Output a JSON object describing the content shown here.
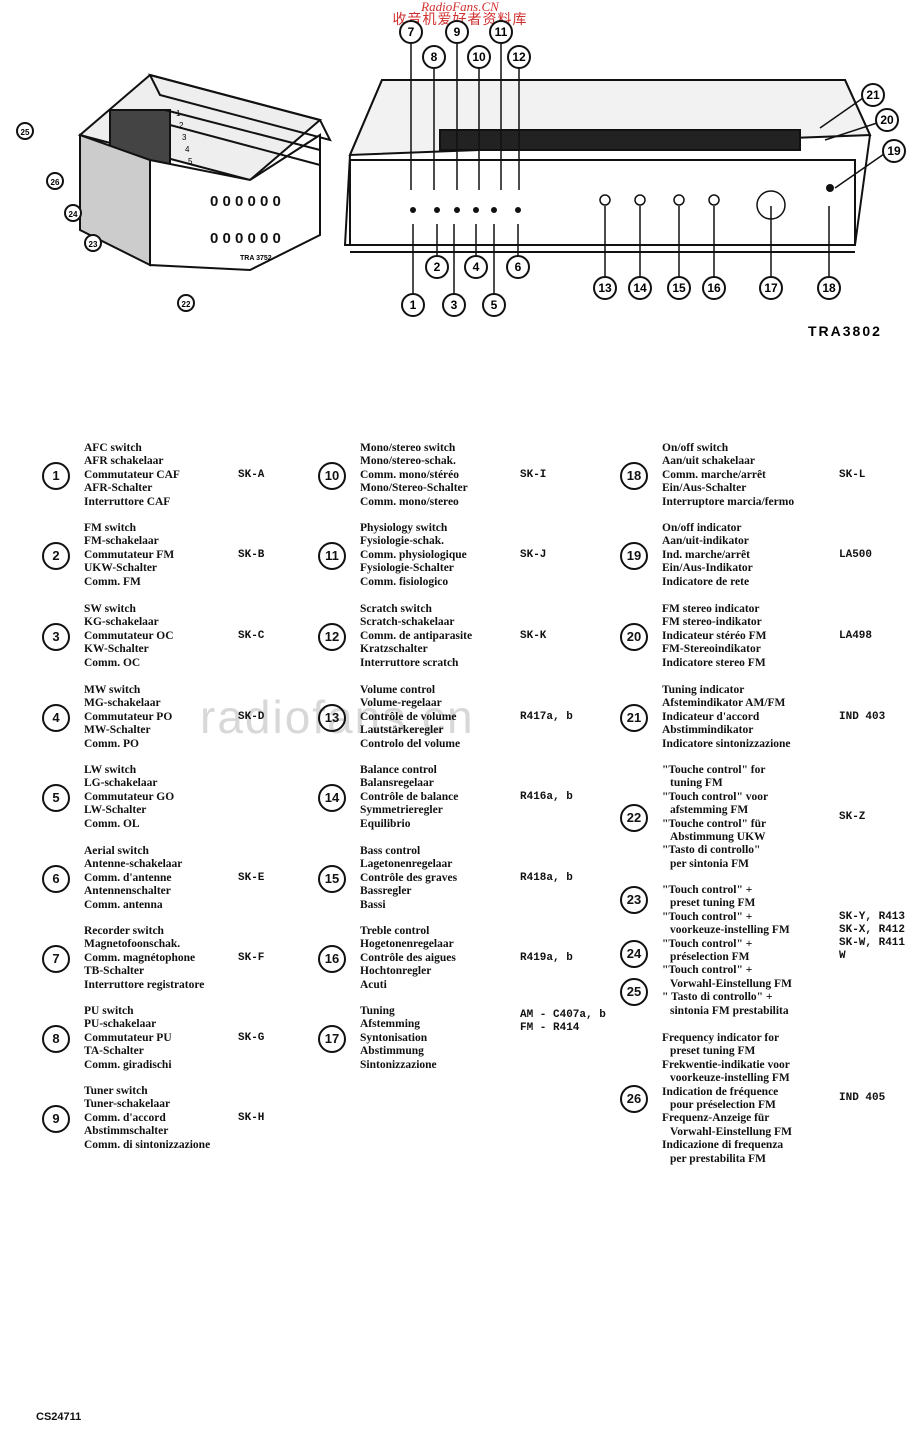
{
  "watermark": {
    "top": "RadioFans.CN",
    "bottom": "收音机爱好者资料库",
    "faint": "radiofans.cn"
  },
  "figure": {
    "main_label": "TRA3802",
    "side_label": "TRA 3752",
    "front_numbers_top": [
      "7",
      "8",
      "9",
      "10",
      "11",
      "12"
    ],
    "front_numbers_bottom_row1": [
      "2",
      "4",
      "6"
    ],
    "front_numbers_bottom_row2": [
      "1",
      "3",
      "5"
    ],
    "front_numbers_mid": [
      "13",
      "14",
      "15",
      "16",
      "17",
      "18"
    ],
    "front_numbers_right": [
      "21",
      "20",
      "19"
    ],
    "side_numbers": [
      "25",
      "26",
      "24",
      "23",
      "22"
    ],
    "side_panel_digits": [
      "1",
      "2",
      "3",
      "4",
      "5"
    ]
  },
  "column1": [
    {
      "n": "1",
      "lines": [
        "AFC switch",
        "AFR schakelaar",
        "Commutateur CAF",
        "AFR-Schalter",
        "Interruttore CAF"
      ],
      "ref": [
        "SK-A"
      ]
    },
    {
      "n": "2",
      "lines": [
        "FM switch",
        "FM-schakelaar",
        "Commutateur FM",
        "UKW-Schalter",
        "Comm. FM"
      ],
      "ref": [
        "SK-B"
      ]
    },
    {
      "n": "3",
      "lines": [
        "SW switch",
        "KG-schakelaar",
        "Commutateur OC",
        "KW-Schalter",
        "Comm. OC"
      ],
      "ref": [
        "SK-C"
      ]
    },
    {
      "n": "4",
      "lines": [
        "MW switch",
        "MG-schakelaar",
        "Commutateur PO",
        "MW-Schalter",
        "Comm. PO"
      ],
      "ref": [
        "SK-D"
      ]
    },
    {
      "n": "5",
      "lines": [
        "LW switch",
        "LG-schakelaar",
        "Commutateur GO",
        "LW-Schalter",
        "Comm. OL"
      ],
      "ref": []
    },
    {
      "n": "6",
      "lines": [
        "Aerial switch",
        "Antenne-schakelaar",
        "Comm. d'antenne",
        "Antennenschalter",
        "Comm. antenna"
      ],
      "ref": [
        "SK-E"
      ]
    },
    {
      "n": "7",
      "lines": [
        "Recorder switch",
        "Magnetofoonschak.",
        "Comm. magnétophone",
        "TB-Schalter",
        "Interruttore registratore"
      ],
      "ref": [
        "SK-F"
      ]
    },
    {
      "n": "8",
      "lines": [
        "PU switch",
        "PU-schakelaar",
        "Commutateur PU",
        "TA-Schalter",
        "Comm. giradischi"
      ],
      "ref": [
        "SK-G"
      ]
    },
    {
      "n": "9",
      "lines": [
        "Tuner switch",
        "Tuner-schakelaar",
        "Comm. d'accord",
        "Abstimmschalter",
        "Comm. di sintonizzazione"
      ],
      "ref": [
        "SK-H"
      ]
    }
  ],
  "column2": [
    {
      "n": "10",
      "lines": [
        "Mono/stereo switch",
        "Mono/stereo-schak.",
        "Comm. mono/stéréo",
        "Mono/Stereo-Schalter",
        "Comm. mono/stereo"
      ],
      "ref": [
        "SK-I"
      ]
    },
    {
      "n": "11",
      "lines": [
        "Physiology switch",
        "Fysiologie-schak.",
        "Comm. physiologique",
        "Fysiologie-Schalter",
        "Comm. fisiologico"
      ],
      "ref": [
        "SK-J"
      ]
    },
    {
      "n": "12",
      "lines": [
        "Scratch switch",
        "Scratch-schakelaar",
        "Comm. de antiparasite",
        "Kratzschalter",
        "Interruttore scratch"
      ],
      "ref": [
        "SK-K"
      ]
    },
    {
      "n": "13",
      "lines": [
        "Volume control",
        "Volume-regelaar",
        "Contrôle de volume",
        "Lautstärkeregler",
        "Controlo del volume"
      ],
      "ref": [
        "R417a, b"
      ]
    },
    {
      "n": "14",
      "lines": [
        "Balance control",
        "Balansregelaar",
        "Contrôle de balance",
        "Symmetrieregler",
        "Equilibrio"
      ],
      "ref": [
        "R416a, b"
      ]
    },
    {
      "n": "15",
      "lines": [
        "Bass control",
        "Lagetonenregelaar",
        "Contrôle des graves",
        "Bassregler",
        "Bassi"
      ],
      "ref": [
        "R418a, b"
      ]
    },
    {
      "n": "16",
      "lines": [
        "Treble control",
        "Hogetonenregelaar",
        "Contrôle des aigues",
        "Hochtonregler",
        "Acuti"
      ],
      "ref": [
        "R419a, b"
      ]
    },
    {
      "n": "17",
      "lines": [
        "Tuning",
        "Afstemming",
        "Syntonisation",
        "Abstimmung",
        "Sintonizzazione"
      ],
      "ref": [
        "AM - C407a, b",
        "FM - R414"
      ]
    }
  ],
  "column3": [
    {
      "n": "18",
      "lines": [
        "On/off switch",
        "Aan/uit schakelaar",
        "Comm. marche/arrêt",
        "Ein/Aus-Schalter",
        "Interruptore marcia/fermo"
      ],
      "ref": [
        "SK-L"
      ]
    },
    {
      "n": "19",
      "lines": [
        "On/off indicator",
        "Aan/uit-indikator",
        "Ind. marche/arrêt",
        "Ein/Aus-Indikator",
        "Indicatore de rete"
      ],
      "ref": [
        "LA500"
      ]
    },
    {
      "n": "20",
      "lines": [
        "FM stereo indicator",
        "FM stereo-indikator",
        "Indicateur stéréo FM",
        "FM-Stereoindikator",
        "Indicatore stereo FM"
      ],
      "ref": [
        "LA498"
      ]
    },
    {
      "n": "21",
      "lines": [
        "Tuning indicator",
        "Afstemindikator AM/FM",
        "Indicateur d'accord",
        "Abstimmindikator",
        "Indicatore sintonizzazione"
      ],
      "ref": [
        "IND 403"
      ]
    },
    {
      "n": "22",
      "lines": [
        "\"Touche control\" for",
        "   tuning FM",
        "\"Touch control\" voor",
        "   afstemming FM",
        "\"Touche control\" für",
        "   Abstimmung UKW",
        "\"Tasto di controllo\"",
        "   per sintonia FM"
      ],
      "ref": [
        "SK-Z"
      ]
    },
    {
      "n": "23",
      "lines": [
        "\"Touch control\" +",
        "   preset tuning FM",
        "\"Touch control\" +",
        "   voorkeuze-instelling FM",
        "\"Touch control\" +",
        "   préselection FM",
        "\"Touch control\" +",
        "   Vorwahl-Einstellung FM",
        "\" Tasto di controllo\" +",
        "   sintonia FM prestabilita"
      ],
      "ref": [
        "SK-Y, R413",
        "SK-X, R412",
        "SK-W, R411",
        "W"
      ]
    },
    {
      "n": "26",
      "lines": [
        "Frequency indicator for",
        "   preset tuning FM",
        "Frekwentie-indikatie voor",
        "   voorkeuze-instelling FM",
        "Indication de fréquence",
        "   pour préselection FM",
        "Frequenz-Anzeige für",
        "   Vorwahl-Einstellung FM",
        "Indicazione di frequenza",
        "   per prestabilita FM"
      ],
      "ref": [
        "IND 405"
      ]
    }
  ],
  "extra_circles": [
    "24",
    "25"
  ],
  "footer": "CS24711"
}
